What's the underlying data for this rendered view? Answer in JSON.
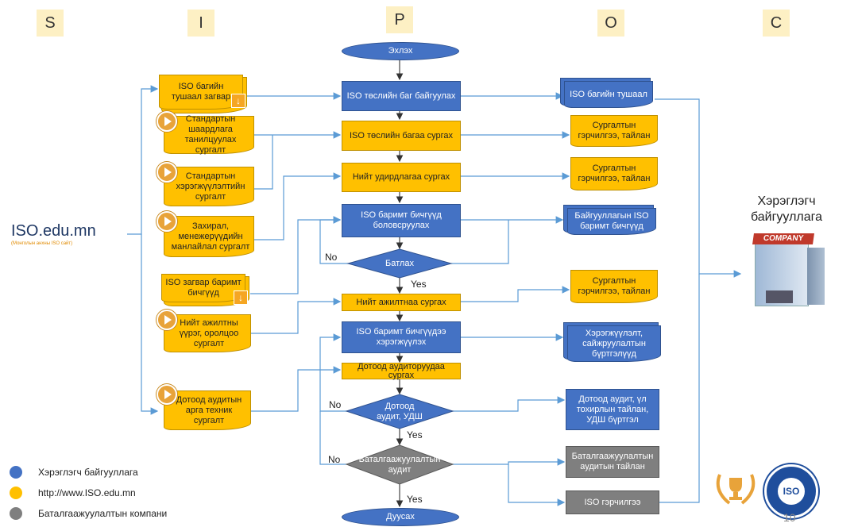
{
  "columns": [
    "S",
    "I",
    "P",
    "O",
    "C"
  ],
  "supplier": {
    "logo_text": "ISO.edu.mn",
    "tagline": "(Монголын анхны ISO сайт)"
  },
  "customer": {
    "label_line1": "Хэрэглэгч",
    "label_line2": "байгууллага",
    "building_sign": "COMPANY"
  },
  "inputs": [
    "ISO багийн тушаал загвар",
    "Стандартын шаардлага танилцуулах сургалт",
    "Стандартын хэрэгжүүлэлтийн сургалт",
    "Захирал, менежерүүдийн манлайлал сургалт",
    "ISO загвар баримт бичгүүд",
    "Нийт ажилтны үүрэг, оролцоо сургалт",
    "Дотоод аудитын арга техник сургалт"
  ],
  "process": {
    "start": "Эхлэх",
    "steps": [
      "ISO төслийн баг байгуулах",
      "ISO төслийн багаа сургах",
      "Нийт удирдлагаа сургах",
      "ISO баримт бичгүүд боловсруулах",
      "Нийт ажилтнаа сургах",
      "ISO баримт бичгүүдээ хэрэгжүүлэх",
      "Дотоод аудиторуудаа сургах"
    ],
    "decisions": [
      "Батлах",
      "Дотоод аудит, УДШ",
      "Баталгаажуулалтын аудит"
    ],
    "end": "Дуусах",
    "yes": "Yes",
    "no": "No"
  },
  "outputs": [
    "ISO багийн тушаал",
    "Сургалтын гэрчилгээ, тайлан",
    "Сургалтын гэрчилгээ, тайлан",
    "Байгууллагын ISO баримт бичгүүд",
    "Сургалтын гэрчилгээ, тайлан",
    "Хэрэгжүүлэлт, сайжруулалтын бүртгэлүүд",
    "Дотоод аудит, үл тохирлын тайлан, УДШ бүртгэл",
    "Баталгаажуулалтын аудитын тайлан",
    "ISO гэрчилгээ"
  ],
  "legend": [
    {
      "color": "#4472c4",
      "label": "Хэрэглэгч байгууллага"
    },
    {
      "color": "#ffc000",
      "label": "http://www.ISO.edu.mn"
    },
    {
      "color": "#7f7f7f",
      "label": "Баталгаажуулалтын компани"
    }
  ],
  "badge_text": "ISO",
  "page_number": "10"
}
